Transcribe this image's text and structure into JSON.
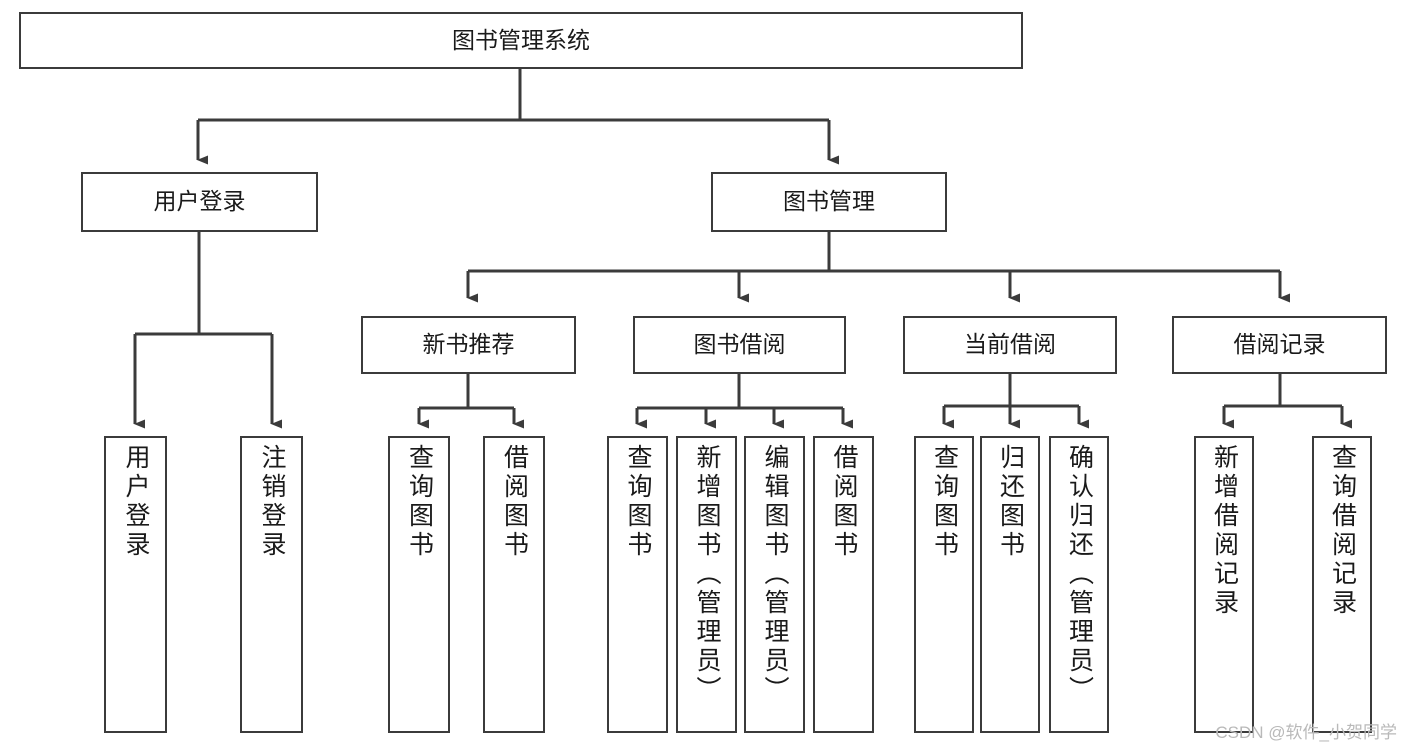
{
  "diagram": {
    "title": "图书管理系统",
    "type": "hierarchy-tree",
    "root": {
      "id": "root",
      "label": "图书管理系统"
    },
    "level1": [
      {
        "id": "user-login",
        "label": "用户登录"
      },
      {
        "id": "book-manage",
        "label": "图书管理"
      }
    ],
    "level2": [
      {
        "id": "new-book-rec",
        "label": "新书推荐",
        "parent": "book-manage"
      },
      {
        "id": "book-borrow",
        "label": "图书借阅",
        "parent": "book-manage"
      },
      {
        "id": "current-borrow",
        "label": "当前借阅",
        "parent": "book-manage"
      },
      {
        "id": "borrow-record",
        "label": "借阅记录",
        "parent": "book-manage"
      }
    ],
    "leaves": [
      {
        "id": "leaf-user-login",
        "label": "用户登录",
        "parent": "user-login"
      },
      {
        "id": "leaf-user-logout",
        "label": "注销登录",
        "parent": "user-login"
      },
      {
        "id": "leaf-query-book-rec",
        "label": "查询图书",
        "parent": "new-book-rec"
      },
      {
        "id": "leaf-borrow-book-rec",
        "label": "借阅图书",
        "parent": "new-book-rec"
      },
      {
        "id": "leaf-query-book-bb",
        "label": "查询图书",
        "parent": "book-borrow"
      },
      {
        "id": "leaf-add-book",
        "label": "新增图书（管理员）",
        "parent": "book-borrow"
      },
      {
        "id": "leaf-edit-book",
        "label": "编辑图书（管理员）",
        "parent": "book-borrow"
      },
      {
        "id": "leaf-borrow-book-bb",
        "label": "借阅图书",
        "parent": "book-borrow"
      },
      {
        "id": "leaf-query-book-cb",
        "label": "查询图书",
        "parent": "current-borrow"
      },
      {
        "id": "leaf-return-book",
        "label": "归还图书",
        "parent": "current-borrow"
      },
      {
        "id": "leaf-confirm-return",
        "label": "确认归还（管理员）",
        "parent": "current-borrow"
      },
      {
        "id": "leaf-add-record",
        "label": "新增借阅记录",
        "parent": "borrow-record"
      },
      {
        "id": "leaf-query-record",
        "label": "查询借阅记录",
        "parent": "borrow-record"
      }
    ],
    "watermark": "CSDN @软件_小贺同学",
    "colors": {
      "stroke": "#3b3b3b",
      "text": "#1a1a1a",
      "background": "#ffffff",
      "watermark": "#b9b9b9"
    }
  }
}
